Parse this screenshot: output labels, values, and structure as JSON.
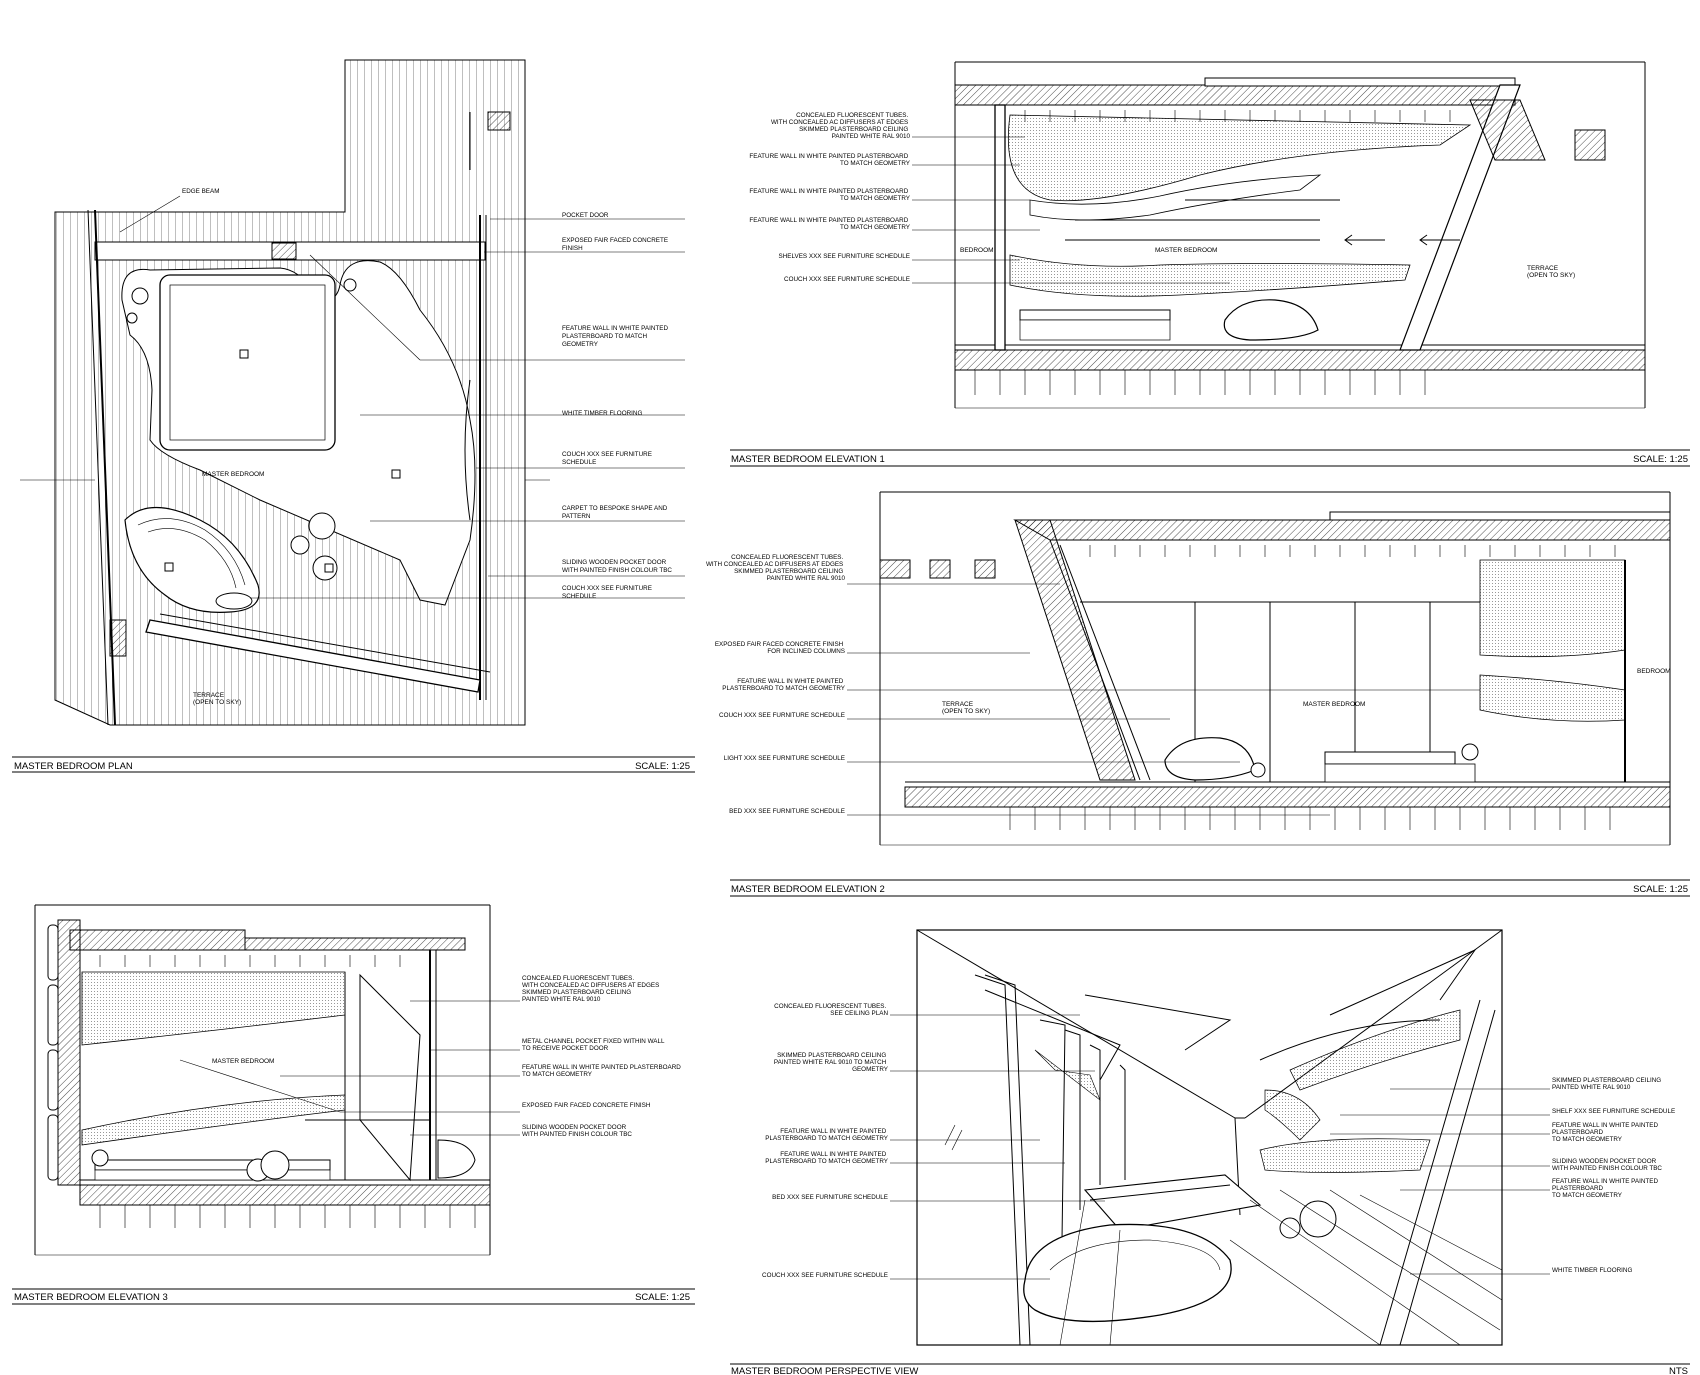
{
  "plan": {
    "title": "MASTER BEDROOM PLAN",
    "scale": "SCALE: 1:25",
    "edge_beam": "EDGE BEAM",
    "room": "MASTER BEDROOM",
    "terrace": [
      "TERRACE",
      "(OPEN TO SKY)"
    ],
    "notes": [
      [
        "POCKET DOOR"
      ],
      [
        "EXPOSED FAIR FACED CONCRETE",
        "FINISH"
      ],
      [
        "FEATURE WALL IN WHITE PAINTED",
        "PLASTERBOARD TO MATCH",
        "GEOMETRY"
      ],
      [
        "WHITE  TIMBER FLOORING"
      ],
      [
        "COUCH XXX SEE FURNITURE",
        "SCHEDULE"
      ],
      [
        "CARPET TO BESPOKE SHAPE AND",
        "PATTERN"
      ],
      [
        "SLIDING WOODEN POCKET DOOR",
        " WITH PAINTED FINISH COLOUR TBC"
      ],
      [
        "COUCH XXX SEE FURNITURE",
        "SCHEDULE"
      ]
    ]
  },
  "elev1": {
    "title": "MASTER BEDROOM ELEVATION 1",
    "scale": "SCALE: 1:25",
    "room": "MASTER BEDROOM",
    "bedroom": "BEDROOM",
    "terrace": [
      "TERRACE",
      "(OPEN TO SKY)"
    ],
    "notes": [
      [
        "CONCEALED FLUORESCENT TUBES.",
        "WITH CONCEALED AC DIFFUSERS  AT EDGES",
        "SKIMMED PLASTERBOARD CEILING",
        "PAINTED WHITE RAL 9010"
      ],
      [
        "FEATURE WALL IN WHITE PAINTED PLASTERBOARD",
        "TO MATCH GEOMETRY"
      ],
      [
        "FEATURE WALL IN WHITE PAINTED PLASTERBOARD",
        "TO MATCH GEOMETRY"
      ],
      [
        "FEATURE WALL IN WHITE PAINTED PLASTERBOARD",
        "TO MATCH GEOMETRY"
      ],
      [
        "SHELVES XXX SEE FURNITURE SCHEDULE"
      ],
      [
        "COUCH XXX SEE FURNITURE SCHEDULE"
      ]
    ]
  },
  "elev2": {
    "title": "MASTER BEDROOM ELEVATION 2",
    "scale": "SCALE: 1:25",
    "room": "MASTER BEDROOM",
    "bedroom": "BEDROOM",
    "terrace": [
      "TERRACE",
      "(OPEN TO SKY)"
    ],
    "notes": [
      [
        "CONCEALED FLUORESCENT TUBES.",
        "WITH CONCEALED AC DIFFUSERS  AT EDGES",
        "SKIMMED PLASTERBOARD CEILING",
        "PAINTED WHITE RAL 9010"
      ],
      [
        "EXPOSED FAIR FACED CONCRETE FINISH",
        "FOR INCLINED COLUMNS"
      ],
      [
        "FEATURE WALL IN WHITE PAINTED",
        "PLASTERBOARD TO MATCH GEOMETRY"
      ],
      [
        "COUCH XXX SEE FURNITURE SCHEDULE"
      ],
      [
        "LIGHT XXX SEE FURNITURE SCHEDULE"
      ],
      [
        "BED XXX SEE FURNITURE SCHEDULE"
      ]
    ]
  },
  "elev3": {
    "title": "MASTER BEDROOM ELEVATION 3",
    "scale": "SCALE: 1:25",
    "room": "MASTER BEDROOM",
    "notes": [
      [
        "CONCEALED FLUORESCENT TUBES.",
        "WITH CONCEALED AC DIFFUSERS  AT EDGES",
        "SKIMMED PLASTERBOARD CEILING",
        "PAINTED WHITE RAL 9010"
      ],
      [
        "METAL CHANNEL POCKET FIXED WITHIN WALL",
        " TO RECEIVE POCKET DOOR"
      ],
      [
        "FEATURE WALL IN WHITE PAINTED PLASTERBOARD",
        "TO MATCH GEOMETRY"
      ],
      [
        "EXPOSED FAIR FACED CONCRETE FINISH"
      ],
      [
        "SLIDING WOODEN POCKET DOOR",
        " WITH PAINTED FINISH COLOUR TBC"
      ]
    ]
  },
  "persp": {
    "title": "MASTER BEDROOM PERSPECTIVE VIEW",
    "scale": "NTS",
    "left_notes": [
      [
        "CONCEALED FLUORESCENT TUBES.",
        "SEE CEILING PLAN"
      ],
      [
        "SKIMMED PLASTERBOARD CEILING",
        "PAINTED WHITE RAL 9010 TO MATCH",
        "GEOMETRY"
      ],
      [
        "FEATURE WALL IN WHITE PAINTED",
        "PLASTERBOARD TO MATCH GEOMETRY"
      ],
      [
        "FEATURE WALL IN WHITE PAINTED",
        "PLASTERBOARD TO MATCH GEOMETRY"
      ],
      [
        "BED XXX SEE FURNITURE SCHEDULE"
      ],
      [
        "COUCH XXX SEE FURNITURE SCHEDULE"
      ]
    ],
    "right_notes": [
      [
        "SKIMMED PLASTERBOARD CEILING",
        "PAINTED WHITE RAL 9010"
      ],
      [
        "SHELF XXX SEE FURNITURE SCHEDULE"
      ],
      [
        "FEATURE WALL IN WHITE PAINTED",
        "PLASTERBOARD",
        "TO MATCH GEOMETRY"
      ],
      [
        "SLIDING WOODEN POCKET DOOR",
        " WITH PAINTED FINISH COLOUR TBC"
      ],
      [
        "FEATURE WALL IN WHITE PAINTED",
        "PLASTERBOARD",
        "TO MATCH GEOMETRY"
      ],
      [
        "WHITE  TIMBER FLOORING"
      ]
    ]
  }
}
